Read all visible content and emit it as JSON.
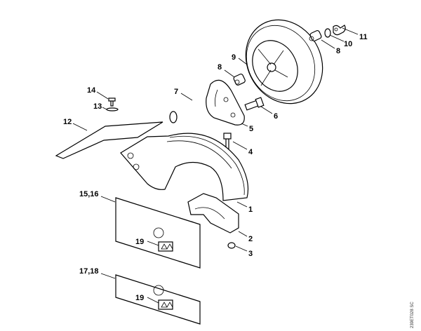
{
  "diagram": {
    "labels": {
      "p11": "11",
      "p10": "10",
      "p8a": "8",
      "p9": "9",
      "p8b": "8",
      "p7": "7",
      "p14": "14",
      "p13": "13",
      "p6": "6",
      "p5": "5",
      "p12": "12",
      "p4": "4",
      "p1": "1",
      "p1516": "15,16",
      "p2": "2",
      "p3": "3",
      "p19a": "19",
      "p1718": "17,18",
      "p19b": "19"
    },
    "drawing_code": "239ET028 SC"
  }
}
